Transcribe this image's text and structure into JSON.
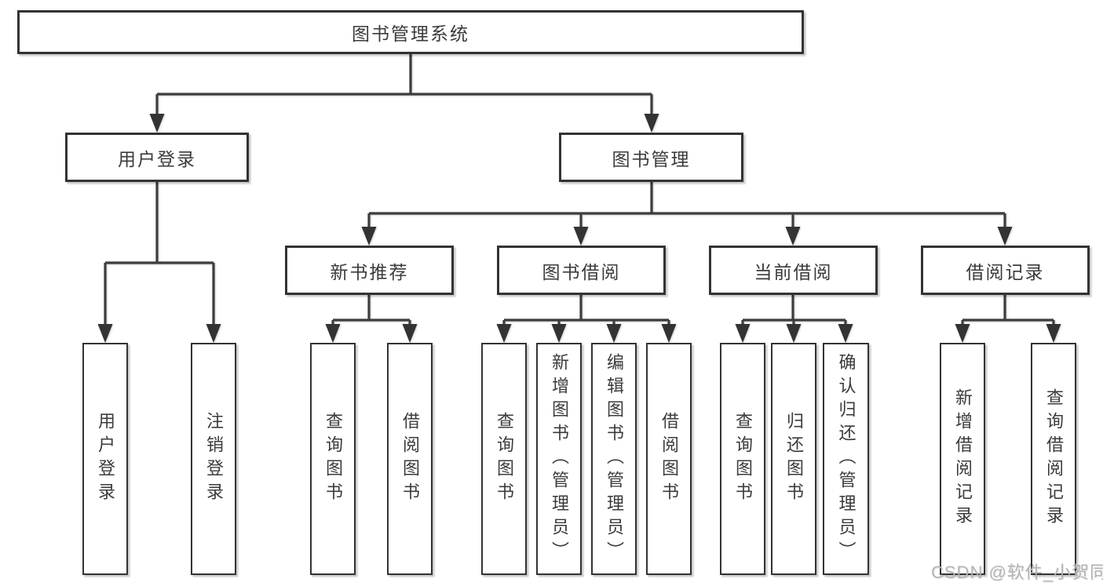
{
  "diagram": {
    "title": "图书管理系统",
    "branches": [
      {
        "label": "用户登录",
        "children": [
          {
            "label": "用户登录"
          },
          {
            "label": "注销登录"
          }
        ]
      },
      {
        "label": "图书管理",
        "children": [
          {
            "label": "新书推荐",
            "children": [
              {
                "label": "查询图书"
              },
              {
                "label": "借阅图书"
              }
            ]
          },
          {
            "label": "图书借阅",
            "children": [
              {
                "label": "查询图书"
              },
              {
                "label": "新增图书（管理员）"
              },
              {
                "label": "编辑图书（管理员）"
              },
              {
                "label": "借阅图书"
              }
            ]
          },
          {
            "label": "当前借阅",
            "children": [
              {
                "label": "查询图书"
              },
              {
                "label": "归还图书"
              },
              {
                "label": "确认归还（管理员）"
              }
            ]
          },
          {
            "label": "借阅记录",
            "children": [
              {
                "label": "新增借阅记录"
              },
              {
                "label": "查询借阅记录"
              }
            ]
          }
        ]
      }
    ]
  },
  "watermark": "CSDN @软件_小贺同学",
  "colors": {
    "line": "#3d3d3d",
    "box_border": "#333333",
    "box_fill": "#ffffff",
    "text": "#3b3b3b",
    "watermark": "#b5b5b5",
    "background": "#ffffff"
  }
}
